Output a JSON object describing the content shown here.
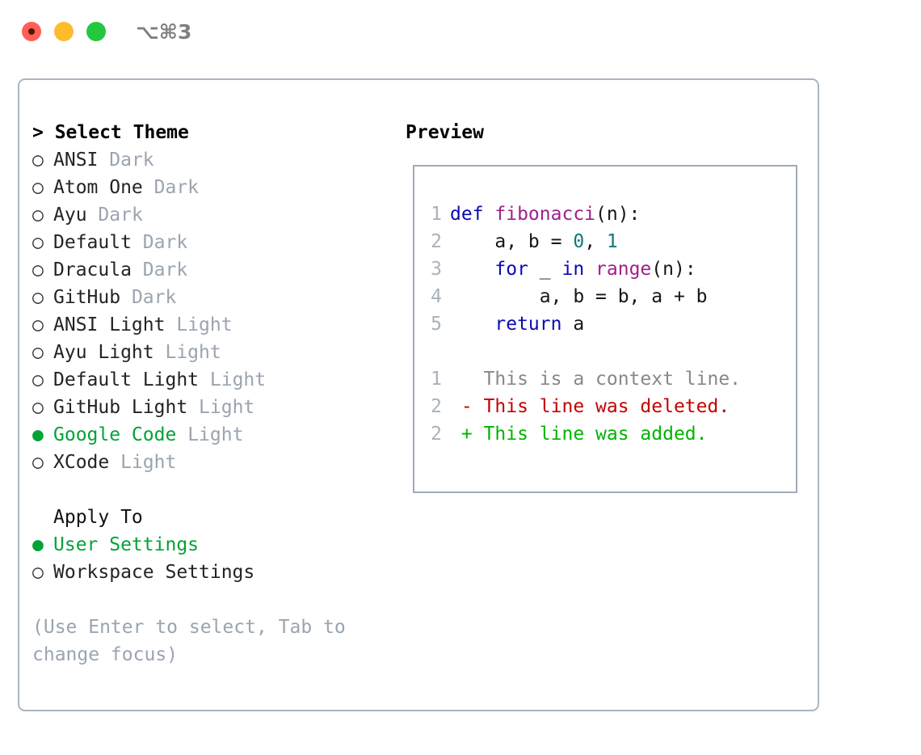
{
  "titlebar": {
    "shortcut": "⌥⌘3",
    "buttons": [
      {
        "name": "close",
        "color": "#ff5f56"
      },
      {
        "name": "minimize",
        "color": "#fdbc2e"
      },
      {
        "name": "maximize",
        "color": "#25c73f"
      }
    ]
  },
  "left": {
    "header": "> Select Theme",
    "themes": [
      {
        "bullet": "○",
        "name": "ANSI",
        "tag": "Dark",
        "selected": false
      },
      {
        "bullet": "○",
        "name": "Atom One",
        "tag": "Dark",
        "selected": false
      },
      {
        "bullet": "○",
        "name": "Ayu",
        "tag": "Dark",
        "selected": false
      },
      {
        "bullet": "○",
        "name": "Default",
        "tag": "Dark",
        "selected": false
      },
      {
        "bullet": "○",
        "name": "Dracula",
        "tag": "Dark",
        "selected": false
      },
      {
        "bullet": "○",
        "name": "GitHub",
        "tag": "Dark",
        "selected": false
      },
      {
        "bullet": "○",
        "name": "ANSI Light",
        "tag": "Light",
        "selected": false
      },
      {
        "bullet": "○",
        "name": "Ayu Light",
        "tag": "Light",
        "selected": false
      },
      {
        "bullet": "○",
        "name": "Default Light",
        "tag": "Light",
        "selected": false
      },
      {
        "bullet": "○",
        "name": "GitHub Light",
        "tag": "Light",
        "selected": false
      },
      {
        "bullet": "●",
        "name": "Google Code",
        "tag": "Light",
        "selected": true
      },
      {
        "bullet": "○",
        "name": "XCode",
        "tag": "Light",
        "selected": false
      }
    ],
    "apply_header": "Apply To",
    "apply_options": [
      {
        "bullet": "●",
        "name": "User Settings",
        "selected": true
      },
      {
        "bullet": "○",
        "name": "Workspace Settings",
        "selected": false
      }
    ],
    "hint": "(Use Enter to select, Tab to change focus)"
  },
  "right": {
    "title": "Preview",
    "code_lines": [
      {
        "num": "1",
        "tokens": [
          {
            "t": "def ",
            "c": "kw"
          },
          {
            "t": "fibonacci",
            "c": "fn"
          },
          {
            "t": "(n):",
            "c": "pl"
          }
        ]
      },
      {
        "num": "2",
        "tokens": [
          {
            "t": "    a, b = ",
            "c": "pl"
          },
          {
            "t": "0",
            "c": "num"
          },
          {
            "t": ", ",
            "c": "pl"
          },
          {
            "t": "1",
            "c": "num"
          }
        ]
      },
      {
        "num": "3",
        "tokens": [
          {
            "t": "    ",
            "c": "pl"
          },
          {
            "t": "for",
            "c": "kw"
          },
          {
            "t": " _ ",
            "c": "pl"
          },
          {
            "t": "in",
            "c": "kw"
          },
          {
            "t": " ",
            "c": "pl"
          },
          {
            "t": "range",
            "c": "fn"
          },
          {
            "t": "(n):",
            "c": "pl"
          }
        ]
      },
      {
        "num": "4",
        "tokens": [
          {
            "t": "        a, b = b, a + b",
            "c": "pl"
          }
        ]
      },
      {
        "num": "5",
        "tokens": [
          {
            "t": "    ",
            "c": "pl"
          },
          {
            "t": "return",
            "c": "kw"
          },
          {
            "t": " a",
            "c": "pl"
          }
        ]
      },
      {
        "num": "",
        "tokens": []
      },
      {
        "num": "1",
        "tokens": [
          {
            "t": "   This is a context line.",
            "c": "ctx"
          }
        ]
      },
      {
        "num": "2",
        "tokens": [
          {
            "t": " - This line was deleted.",
            "c": "del"
          }
        ]
      },
      {
        "num": "2",
        "tokens": [
          {
            "t": " + This line was added.",
            "c": "add"
          }
        ]
      }
    ]
  },
  "colors": {
    "accent_green": "#00a337",
    "muted": "#9aa4b0",
    "border": "#aab4c2",
    "keyword": "#0a0ab4",
    "function": "#a0208c",
    "number": "#0e7a7a",
    "diff_deleted": "#c40000",
    "diff_added": "#00b400"
  }
}
